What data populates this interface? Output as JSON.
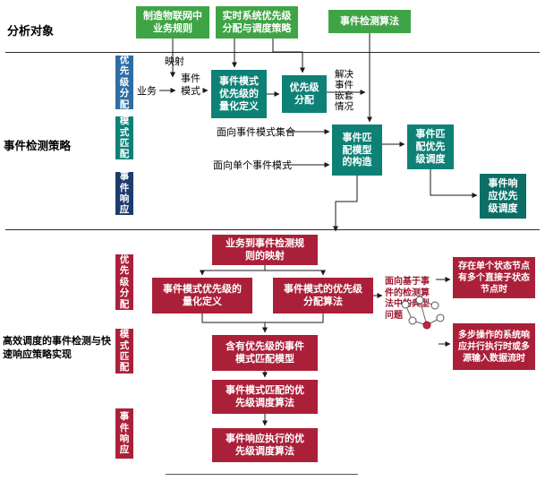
{
  "diagram": {
    "sections": [
      {
        "label": "分析对象"
      },
      {
        "label": "事件检测策略"
      },
      {
        "label": "高效调度的事件检测与快速响应策略实现"
      }
    ],
    "top_boxes": [
      "制造物联网中业务规则",
      "实时系统优先级分配与调度策略",
      "事件检测算法"
    ],
    "mid": {
      "categories": [
        "优先级分配",
        "模式匹配",
        "事件响应"
      ],
      "labels": {
        "mapping": "映射",
        "business": "业务",
        "event_pattern": "事件模式",
        "nesting": "解决事件嵌套情况",
        "pattern_set": "面向事件模式集合",
        "single_pattern": "面向单个事件模式"
      },
      "boxes": [
        "事件模式优先级的量化定义",
        "优先级分配",
        "事件匹配模型的构造",
        "事件匹配优先级调度",
        "事件响应优先级调度"
      ]
    },
    "bottom": {
      "categories": [
        "优先级分配",
        "模式匹配",
        "事件响应"
      ],
      "boxes": [
        "业务到事件检测规则的映射",
        "事件模式优先级的量化定义",
        "事件模式的优先级分配算法",
        "含有优先级的事件模式匹配模型",
        "事件模式匹配的优先级调度算法",
        "事件响应执行的优先级调度算法"
      ],
      "note": "面向基于事件的检测算法中的典型问题",
      "cases": [
        "存在单个状态节点有多个直接子状态节点时",
        "多步操作的系统响应并行执行时或多源输入数据流时"
      ]
    },
    "colors": {
      "green": "#3fa445",
      "blue": "#2e6da4",
      "teal": "#0e8176",
      "teal_dark": "#0c6e64",
      "navy": "#1d3c6e",
      "crimson": "#ab2039",
      "note_red": "#9e1b32"
    }
  }
}
